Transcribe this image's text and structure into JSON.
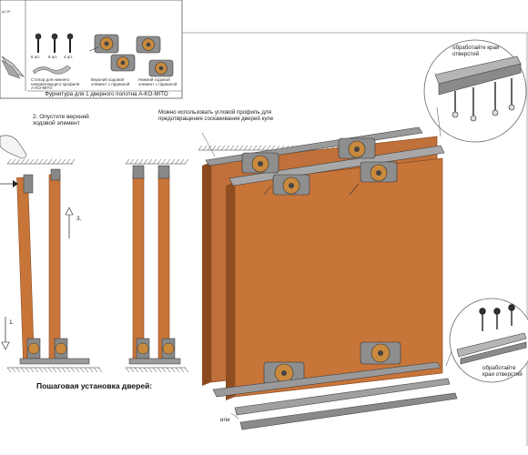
{
  "colors": {
    "panel_face": "#c8753a",
    "panel_edge": "#8a4a1f",
    "rail": "#8e8e8e",
    "rail_dark": "#5c5c5c",
    "roller": "#c98a3e",
    "line": "#333333"
  },
  "kit_box": {
    "caption": "Фурнитура для 1 дверного полотна A-KO-MITO",
    "screw_labels": [
      "8 шт.",
      "8 шт.",
      "4 шт."
    ],
    "part_notes": [
      "Стопор для нижнего направляющего профиля A-KO-MITO",
      "Верхний ходовой элемент с пружиной",
      "Нижний ходовой элемент с пружиной"
    ]
  },
  "side_view": {
    "step2_label": "2. Опустите верхний ходовой элемент",
    "step3_label": "3.",
    "step1_label": "1."
  },
  "main_view": {
    "corner_note": "Можно использовать угловой профиль для предотвращения соскакивания дверей купе",
    "title": "Пошаговая установка дверей:",
    "ili_label": "или"
  },
  "callouts": {
    "top_right": "обработайте края отверстий",
    "bottom_right": "обработайте края отверстий"
  }
}
